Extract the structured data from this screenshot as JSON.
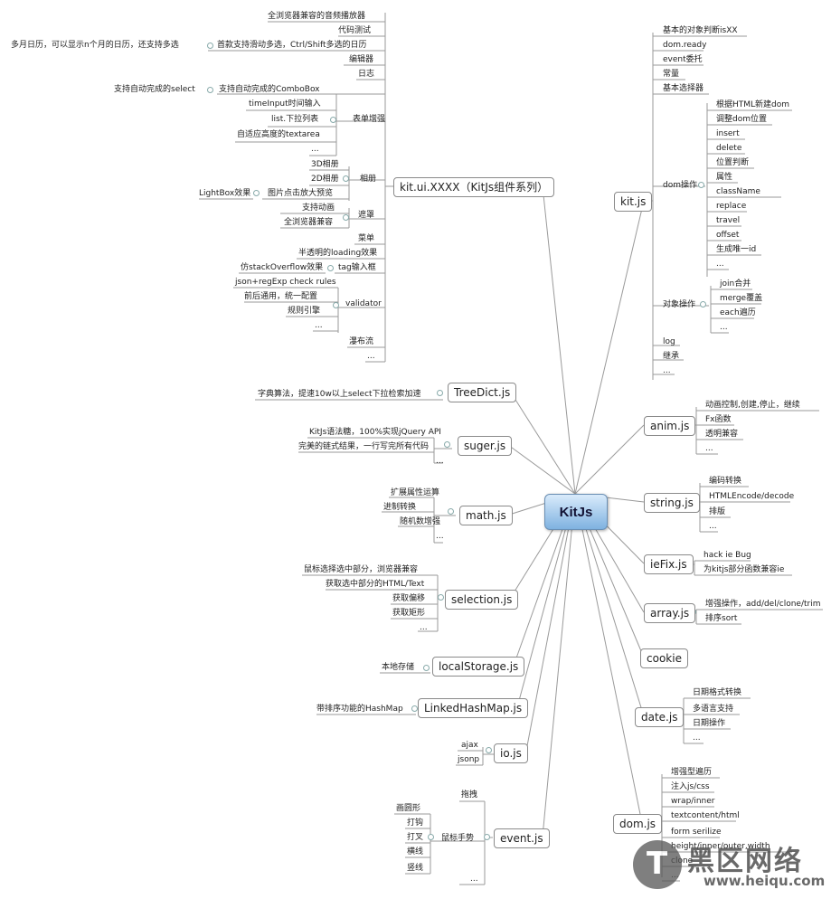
{
  "root": "KitJs",
  "branches": {
    "kitui": {
      "label": "kit.ui.XXXX（KitJs组件系列）",
      "items": [
        "全浏览器兼容的音频播放器",
        "代码测试",
        "首款支持滑动多选，Ctrl/Shift多选的日历",
        "多月日历，可以显示n个月的日历，还支持多选",
        "编辑器",
        "日志"
      ],
      "form_label": "表单增强",
      "form_items": [
        "支持自动完成的ComboBox",
        "支持自动完成的select",
        "timeInput时间输入",
        "list.下拉列表",
        "自适应高度的textarea",
        "..."
      ],
      "album_label": "相册",
      "album_items": [
        "3D相册",
        "2D相册",
        "图片点击放大预览",
        "LightBox效果"
      ],
      "mask_label": "遮罩",
      "mask_items": [
        "支持动画",
        "全浏览器兼容"
      ],
      "menu_items": [
        "菜单",
        "半透明的loading效果"
      ],
      "tag_label": "tag输入框",
      "tag_item": "仿stackOverflow效果",
      "validator_label": "validator",
      "validator_items": [
        "json+regExp check rules",
        "前后通用，统一配置",
        "规则引擎",
        "..."
      ],
      "tail_items": [
        "瀑布流",
        "..."
      ]
    },
    "treedict": {
      "label": "TreeDict.js",
      "items": [
        "字典算法，提速10w以上select下拉检索加速"
      ]
    },
    "suger": {
      "label": "suger.js",
      "items": [
        "KitJs语法糖，100%实现jQuery API",
        "完美的链式结果，一行写完所有代码",
        "..."
      ]
    },
    "math": {
      "label": "math.js",
      "items": [
        "扩展属性运算",
        "进制转换",
        "随机数增强",
        "..."
      ]
    },
    "selection": {
      "label": "selection.js",
      "items": [
        "鼠标选择选中部分，浏览器兼容",
        "获取选中部分的HTML/Text",
        "获取偏移",
        "获取矩形",
        "..."
      ]
    },
    "localstorage": {
      "label": "localStorage.js",
      "items": [
        "本地存储"
      ]
    },
    "linkedhashmap": {
      "label": "LinkedHashMap.js",
      "items": [
        "带排序功能的HashMap"
      ]
    },
    "io": {
      "label": "io.js",
      "items": [
        "ajax",
        "jsonp"
      ]
    },
    "event": {
      "label": "event.js",
      "items": [
        "拖拽",
        "鼠标手势",
        "...",
        "画圆形",
        "打钩",
        "打叉",
        "横线",
        "竖线"
      ]
    },
    "kitjs": {
      "label": "kit.js",
      "items": [
        "基本的对象判断isXX",
        "dom.ready",
        "event委托",
        "常量",
        "基本选择器"
      ],
      "dom_label": "dom操作",
      "dom_items": [
        "根据HTML新建dom",
        "调整dom位置",
        "insert",
        "delete",
        "位置判断",
        "属性",
        "className",
        "replace",
        "travel",
        "offset",
        "生成唯一id",
        "..."
      ],
      "obj_label": "对象操作",
      "obj_items": [
        "join合并",
        "merge覆盖",
        "each遍历",
        "..."
      ],
      "tail_items": [
        "log",
        "继承",
        "..."
      ]
    },
    "anim": {
      "label": "anim.js",
      "items": [
        "动画控制,创建,停止，继续",
        "Fx函数",
        "透明兼容",
        "..."
      ]
    },
    "string": {
      "label": "string.js",
      "items": [
        "编码转换",
        "HTMLEncode/decode",
        "排版",
        "..."
      ]
    },
    "iefix": {
      "label": "ieFix.js",
      "items": [
        "hack ie Bug",
        "为kitjs部分函数兼容ie"
      ]
    },
    "array": {
      "label": "array.js",
      "items": [
        "增强操作，add/del/clone/trim",
        "排序sort"
      ]
    },
    "cookie": {
      "label": "cookie",
      "items": []
    },
    "date": {
      "label": "date.js",
      "items": [
        "日期格式转换",
        "多语言支持",
        "日期操作",
        "..."
      ]
    },
    "domjs": {
      "label": "dom.js",
      "items": [
        "增强型遍历",
        "注入js/css",
        "wrap/inner",
        "textcontent/html",
        "form serilize",
        "height/inner/outer,width",
        "clone",
        "..."
      ]
    }
  },
  "watermark": {
    "glyph": "T",
    "text": "黑区网络",
    "url": "www.heiqu.com"
  }
}
